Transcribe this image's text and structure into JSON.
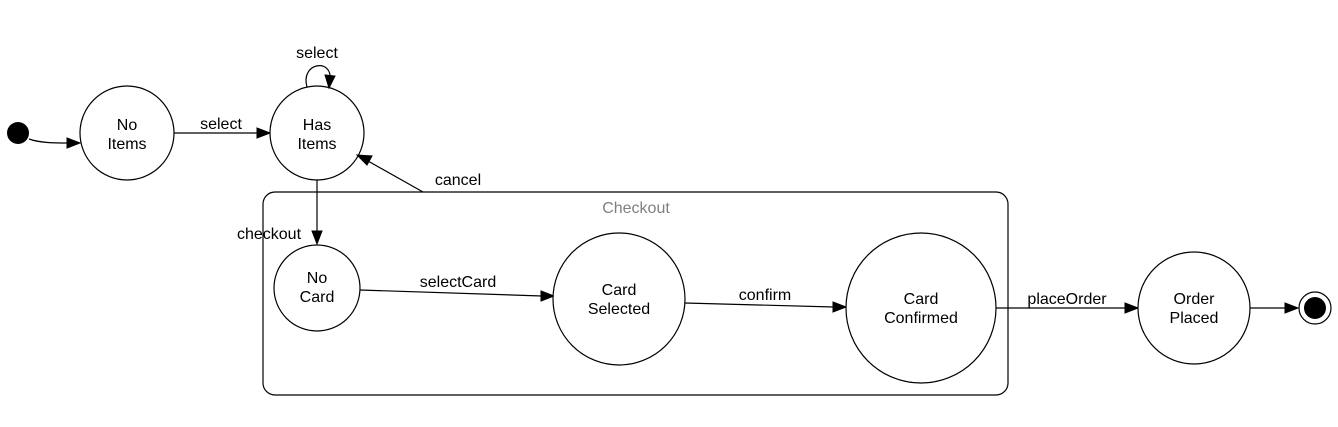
{
  "diagram": {
    "cluster": {
      "label": "Checkout"
    },
    "states": {
      "no_items": {
        "line1": "No",
        "line2": "Items"
      },
      "has_items": {
        "line1": "Has",
        "line2": "Items"
      },
      "no_card": {
        "line1": "No",
        "line2": "Card"
      },
      "card_selected": {
        "line1": "Card",
        "line2": "Selected"
      },
      "card_confirmed": {
        "line1": "Card",
        "line2": "Confirmed"
      },
      "order_placed": {
        "line1": "Order",
        "line2": "Placed"
      }
    },
    "transitions": {
      "select_loop": "select",
      "select": "select",
      "cancel": "cancel",
      "checkout": "checkout",
      "select_card": "selectCard",
      "confirm": "confirm",
      "place_order": "placeOrder"
    }
  }
}
